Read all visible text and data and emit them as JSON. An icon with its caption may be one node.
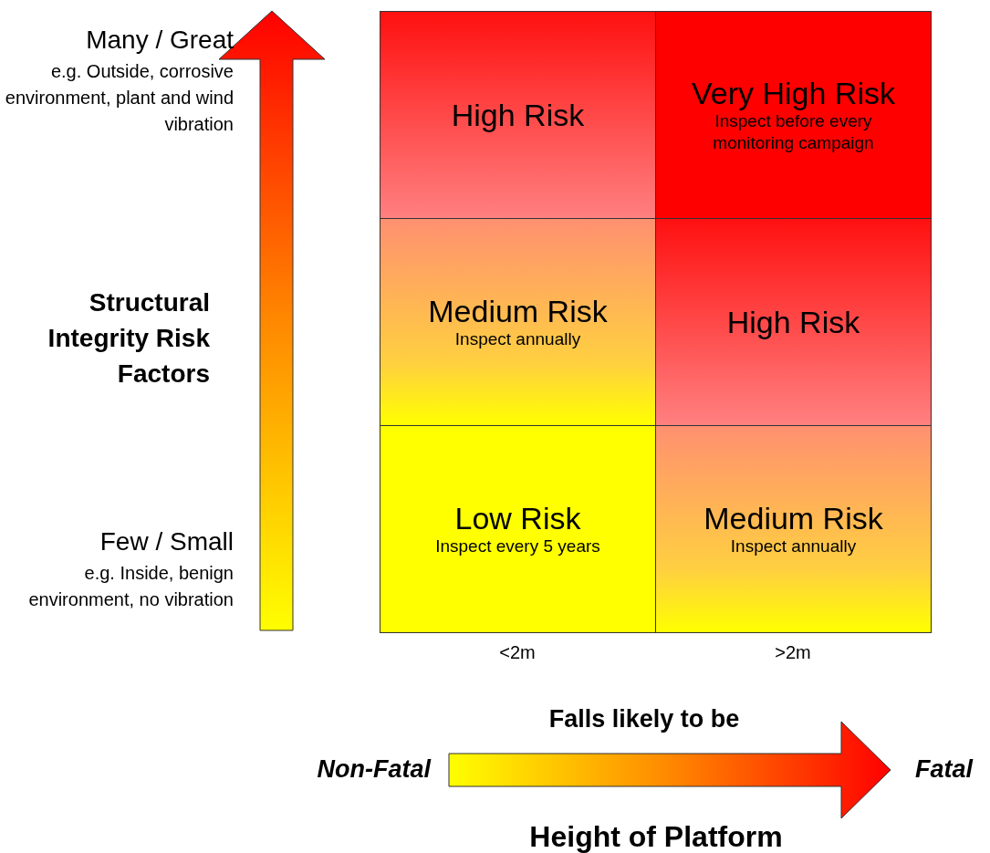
{
  "diagram": {
    "nodes": [
      {
        "text": [
          "High Risk"
        ]
      },
      {
        "text": [
          "Very High Risk",
          "Inspect before every monitoring campaign"
        ]
      },
      {
        "text": [
          "Medium Risk",
          "Inspect annually"
        ]
      },
      {
        "text": [
          "High Risk"
        ]
      },
      {
        "text": [
          "Low Risk",
          "Inspect every 5 years"
        ]
      },
      {
        "text": [
          "Medium Risk",
          "Inspect annually"
        ]
      }
    ],
    "edges": [],
    "labels": [
      "Many / Great",
      "e.g. Outside, corrosive environment, plant and wind vibration",
      "Structural Integrity Risk Factors",
      "Few / Small",
      "e.g. Inside, benign environment, no vibration",
      "<2m",
      ">2m",
      "Falls likely to be",
      "Non-Fatal",
      "Fatal",
      "Height of Platform"
    ]
  }
}
